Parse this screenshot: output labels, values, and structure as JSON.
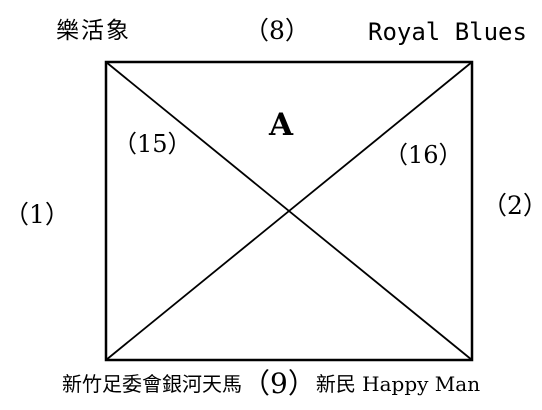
{
  "diagram": {
    "top_left_team": "樂活象",
    "top_number": "（8）",
    "top_right_team": "Royal Blues",
    "group_label": "A",
    "match_left": "（15）",
    "match_right": "（16）",
    "side_left": "（1）",
    "side_right": "（2）",
    "bottom_left_team": "新竹足委會銀河天馬",
    "bottom_number": "（9）",
    "bottom_right_team": "新民 Happy Man"
  }
}
